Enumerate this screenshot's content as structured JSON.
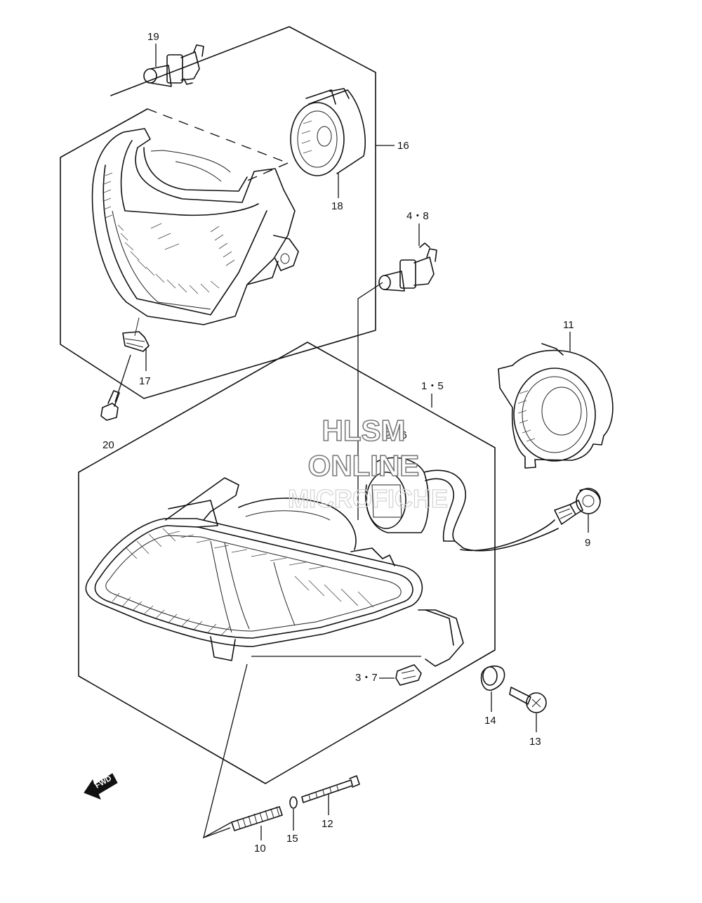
{
  "watermark": {
    "line1": "HLSM",
    "line2": "ONLINE",
    "line3": "MICROFICHE"
  },
  "direction_arrow": "FWD",
  "callouts": {
    "c1_5": "1・5",
    "c2_6": "2・6",
    "c3_7": "3・7",
    "c4_8": "4・8",
    "c9": "9",
    "c10": "10",
    "c11": "11",
    "c12": "12",
    "c13": "13",
    "c14": "14",
    "c15": "15",
    "c16": "16",
    "c17": "17",
    "c18": "18",
    "c19": "19",
    "c20": "20"
  }
}
